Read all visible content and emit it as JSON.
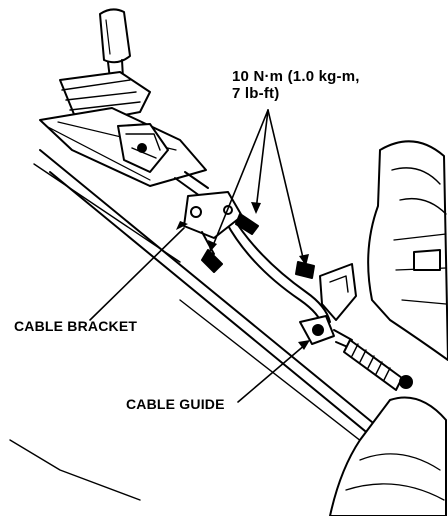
{
  "diagram": {
    "torque_spec": {
      "line1": "10 N·m (1.0 kg-m,",
      "line2": "7 lb-ft)"
    },
    "labels": {
      "cable_bracket": "CABLE BRACKET",
      "cable_guide": "CABLE GUIDE"
    },
    "colors": {
      "ink": "#000000",
      "paper": "#ffffff"
    }
  }
}
